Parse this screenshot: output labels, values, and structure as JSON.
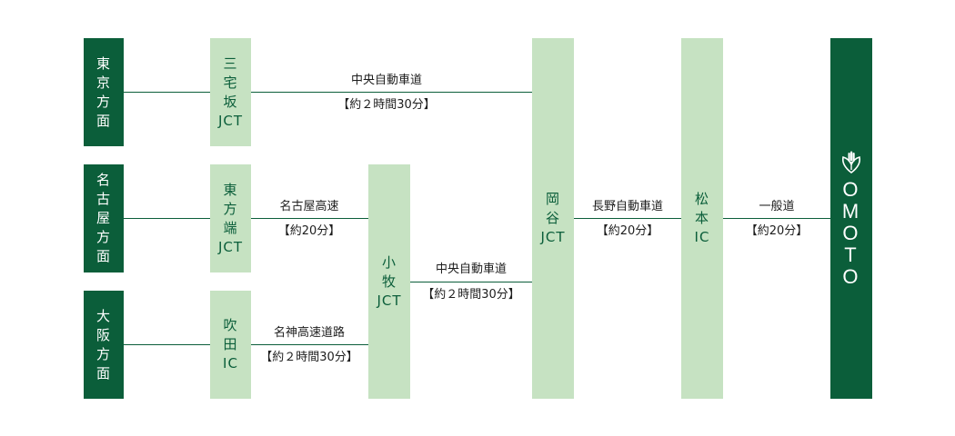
{
  "origins": {
    "tokyo": "東\n京\n方\n面",
    "nagoya": "名\n古\n屋\n方\n面",
    "osaka": "大\n阪\n方\n面"
  },
  "junctions": {
    "misakazaka": "三\n宅\n坂\nJCT",
    "higashikatabata": "東\n方\n端\nJCT",
    "suita": "吹\n田\nIC",
    "komaki": "小\n牧\nJCT",
    "okaya": "岡\n谷\nJCT",
    "matsumoto": "松\n本\nIC"
  },
  "destination": {
    "name": "O\nM\nO\nT\nO",
    "logo_icon": "omoto-leaf-logo"
  },
  "routes": {
    "tokyo_to_okaya": {
      "road": "中央自動車道",
      "time": "【約２時間30分】"
    },
    "nagoya_to_komaki": {
      "road": "名古屋高速",
      "time": "【約20分】"
    },
    "osaka_to_komaki": {
      "road": "名神高速道路",
      "time": "【約２時間30分】"
    },
    "komaki_to_okaya": {
      "road": "中央自動車道",
      "time": "【約２時間30分】"
    },
    "okaya_to_matsumoto": {
      "road": "長野自動車道",
      "time": "【約20分】"
    },
    "matsumoto_to_omoto": {
      "road": "一般道",
      "time": "【約20分】"
    }
  },
  "colors": {
    "dark_green": "#0b5e3a",
    "light_green": "#c6e2c2"
  }
}
